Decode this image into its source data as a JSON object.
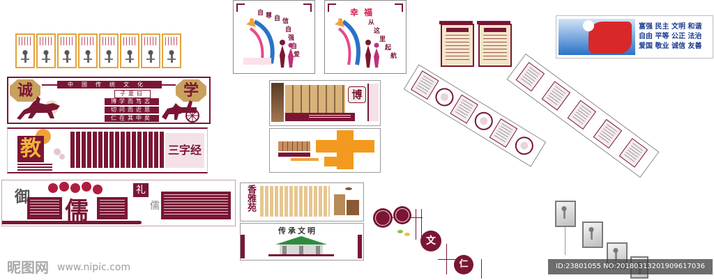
{
  "panel_a": {
    "left_char": "诚",
    "right_char": "学",
    "banner": "中国传统文化",
    "lines": [
      "子夏曰",
      "博学而笃志",
      "切问而近思",
      "仁在其中矣"
    ]
  },
  "panel_b": {
    "big_char": "教",
    "title": "三字经"
  },
  "panel_c": {
    "left_char": "御",
    "center_char": "儒",
    "badge_char": "礼",
    "small_char": "儒"
  },
  "poster_1": {
    "chars": [
      "自",
      "尊",
      "自",
      "信",
      "自",
      "强",
      "自",
      "爱"
    ]
  },
  "poster_2": {
    "title": "幸福",
    "subtitle_chars": [
      "从",
      "这",
      "里",
      "起",
      "航"
    ]
  },
  "panel_d": {
    "badge_char": "博"
  },
  "panel_f": {
    "title": "香雅苑"
  },
  "panel_g": {
    "title": "传承文明"
  },
  "values_board": {
    "lines": [
      "富强 民主 文明 和谐",
      "自由 平等 公正 法治",
      "爱国 敬业 诚信 友善"
    ]
  },
  "circle_chain": {
    "chars": [
      "文",
      "仁"
    ]
  },
  "watermark": {
    "site_name": "昵图网",
    "url": "www.nipic.com",
    "id_text": "ID:23801055 NO:20180313201909617036"
  },
  "colors": {
    "maroon": "#7a1634",
    "orange": "#f0a23a",
    "red": "#d8282a",
    "blue": "#1d3c8f",
    "tan": "#e6c690"
  }
}
